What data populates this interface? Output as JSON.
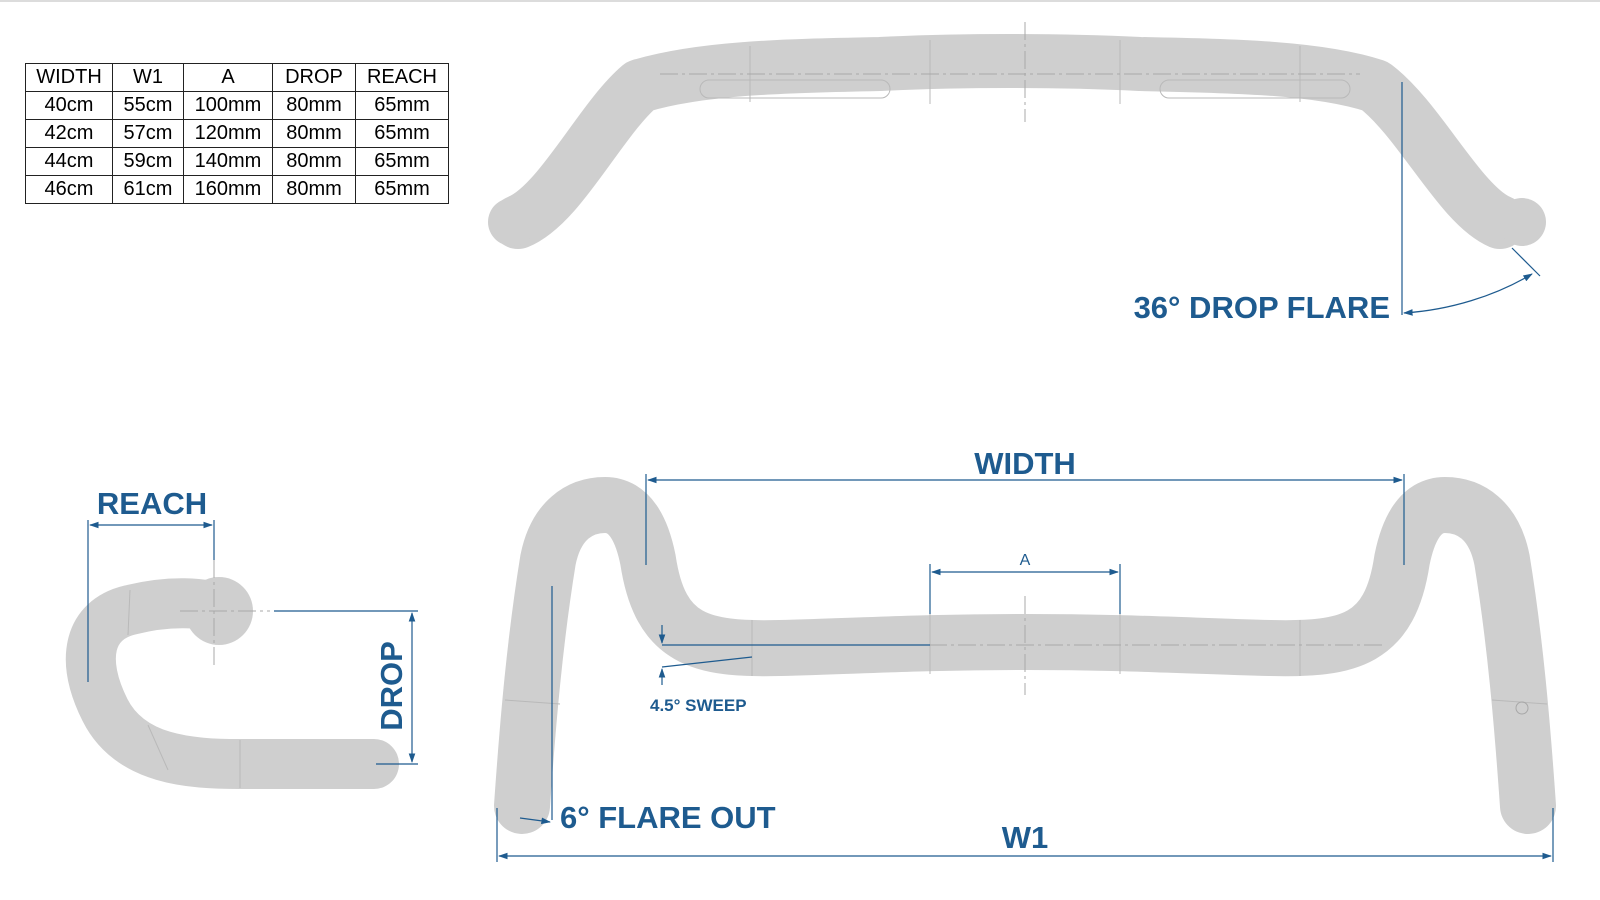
{
  "size_table": {
    "headers": [
      "WIDTH",
      "W1",
      "A",
      "DROP",
      "REACH"
    ],
    "rows": [
      [
        "40cm",
        "55cm",
        "100mm",
        "80mm",
        "65mm"
      ],
      [
        "42cm",
        "57cm",
        "120mm",
        "80mm",
        "65mm"
      ],
      [
        "44cm",
        "59cm",
        "140mm",
        "80mm",
        "65mm"
      ],
      [
        "46cm",
        "61cm",
        "160mm",
        "80mm",
        "65mm"
      ]
    ]
  },
  "labels": {
    "drop_flare": "36° DROP FLARE",
    "reach": "REACH",
    "drop": "DROP",
    "width": "WIDTH",
    "a": "A",
    "sweep": "4.5° SWEEP",
    "flare_out": "6° FLARE OUT",
    "w1": "W1"
  },
  "colors": {
    "dimension_blue": "#1e5b8f",
    "bar_gray": "#cfcfcf"
  }
}
